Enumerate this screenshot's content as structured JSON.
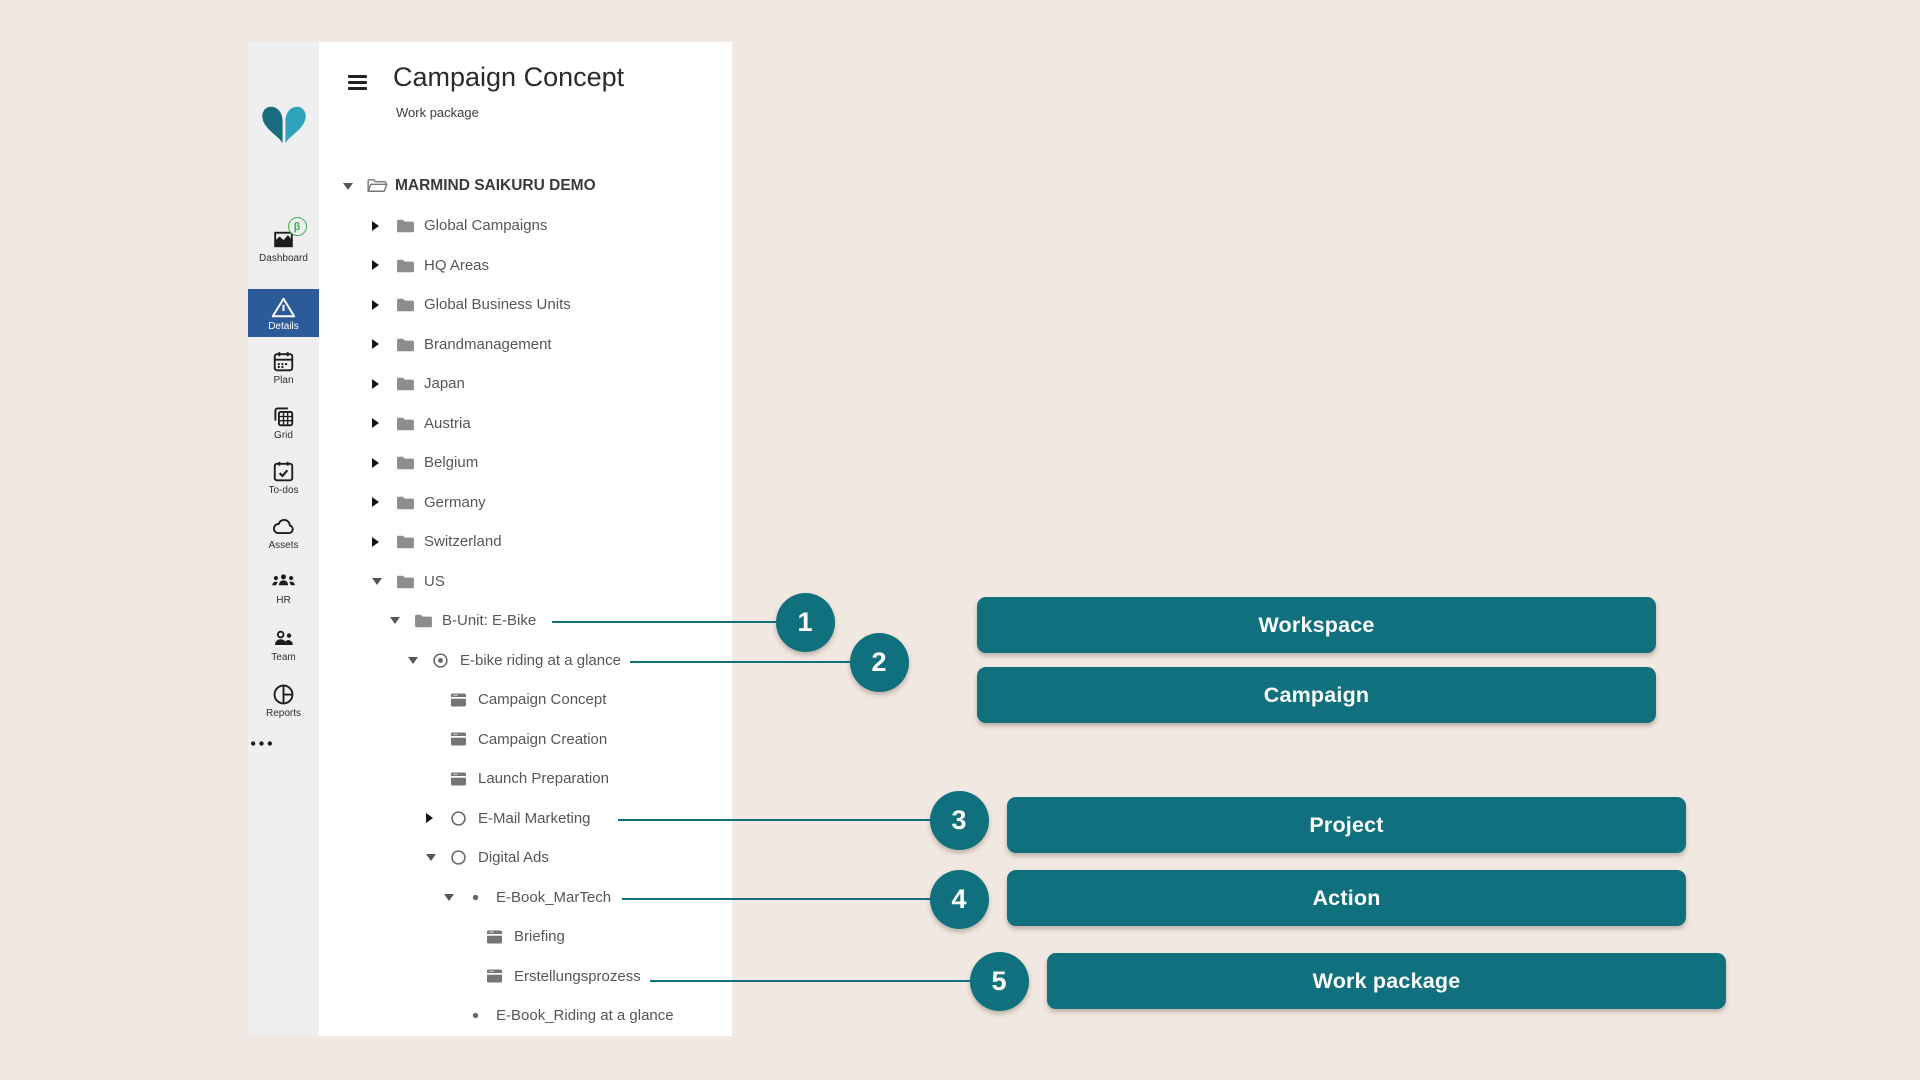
{
  "app": {
    "title": "Campaign Concept",
    "subtitle": "Work package"
  },
  "sidebar": {
    "logo_icon": "marmind-heart-logo",
    "items": [
      {
        "label": "Dashboard",
        "icon": "dashboard-icon",
        "badge": "β",
        "active": false
      },
      {
        "label": "Details",
        "icon": "details-icon",
        "active": true
      },
      {
        "label": "Plan",
        "icon": "plan-icon",
        "active": false
      },
      {
        "label": "Grid",
        "icon": "grid-icon",
        "active": false
      },
      {
        "label": "To-dos",
        "icon": "todos-icon",
        "active": false
      },
      {
        "label": "Assets",
        "icon": "assets-icon",
        "active": false
      },
      {
        "label": "HR",
        "icon": "hr-icon",
        "active": false
      },
      {
        "label": "Team",
        "icon": "team-icon",
        "active": false
      },
      {
        "label": "Reports",
        "icon": "reports-icon",
        "active": false
      },
      {
        "label": "",
        "icon": "more-icon",
        "active": false
      }
    ]
  },
  "tree": {
    "rows": [
      {
        "label": "MARMIND SAIKURU DEMO",
        "level": 0,
        "expander": "open",
        "icon": "folder-open",
        "bold": true
      },
      {
        "label": "Global Campaigns",
        "level": 1,
        "expander": "closed",
        "icon": "folder"
      },
      {
        "label": "HQ Areas",
        "level": 1,
        "expander": "closed",
        "icon": "folder"
      },
      {
        "label": "Global Business Units",
        "level": 1,
        "expander": "closed",
        "icon": "folder"
      },
      {
        "label": "Brandmanagement",
        "level": 1,
        "expander": "closed",
        "icon": "folder"
      },
      {
        "label": "Japan",
        "level": 1,
        "expander": "closed",
        "icon": "folder"
      },
      {
        "label": "Austria",
        "level": 1,
        "expander": "closed",
        "icon": "folder"
      },
      {
        "label": "Belgium",
        "level": 1,
        "expander": "closed",
        "icon": "folder"
      },
      {
        "label": "Germany",
        "level": 1,
        "expander": "closed",
        "icon": "folder"
      },
      {
        "label": "Switzerland",
        "level": 1,
        "expander": "closed",
        "icon": "folder"
      },
      {
        "label": "US",
        "level": 1,
        "expander": "open",
        "icon": "folder"
      },
      {
        "label": "B-Unit: E-Bike",
        "level": 2,
        "expander": "open",
        "icon": "folder",
        "callout": 1
      },
      {
        "label": "E-bike riding at a glance",
        "level": 3,
        "expander": "open",
        "icon": "campaign",
        "callout": 2
      },
      {
        "label": "Campaign Concept",
        "level": 4,
        "expander": null,
        "icon": "workpackage"
      },
      {
        "label": "Campaign Creation",
        "level": 4,
        "expander": null,
        "icon": "workpackage"
      },
      {
        "label": "Launch Preparation",
        "level": 4,
        "expander": null,
        "icon": "workpackage"
      },
      {
        "label": "E-Mail Marketing",
        "level": 4,
        "expander": "closed",
        "icon": "project",
        "callout": 3
      },
      {
        "label": "Digital Ads",
        "level": 4,
        "expander": "open",
        "icon": "project"
      },
      {
        "label": "E-Book_MarTech",
        "level": 5,
        "expander": "open",
        "icon": "action",
        "callout": 4
      },
      {
        "label": "Briefing",
        "level": 6,
        "expander": null,
        "icon": "workpackage"
      },
      {
        "label": "Erstellungsprozess",
        "level": 6,
        "expander": null,
        "icon": "workpackage",
        "callout": 5
      },
      {
        "label": "E-Book_Riding at a glance",
        "level": 5,
        "expander": null,
        "icon": "action"
      }
    ]
  },
  "callouts": [
    {
      "number": "1",
      "tree_item": "B-Unit: E-Bike",
      "label": "Workspace"
    },
    {
      "number": "2",
      "tree_item": "E-bike riding at a glance",
      "label": "Campaign"
    },
    {
      "number": "3",
      "tree_item": "E-Mail Marketing",
      "label": "Project"
    },
    {
      "number": "4",
      "tree_item": "E-Book_MarTech",
      "label": "Action"
    },
    {
      "number": "5",
      "tree_item": "Erstellungsprozess",
      "label": "Work package"
    }
  ],
  "colors": {
    "teal_accent": "#10707e",
    "background_beige": "#f0e8e1",
    "active_nav_blue": "#2d5a9b",
    "logo_teal_dark": "#196b7e",
    "logo_teal_light": "#2ea3bc",
    "badge_green": "#3fae4e"
  }
}
